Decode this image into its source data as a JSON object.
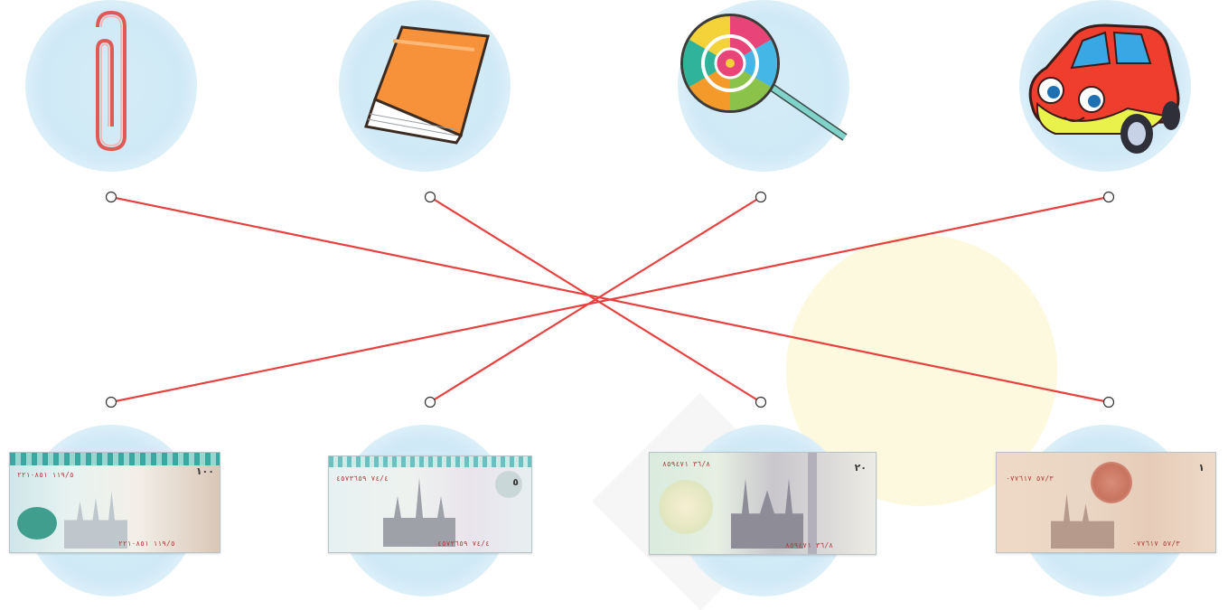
{
  "colors": {
    "line": "#e8403f",
    "bubble": "#d4ecf7",
    "watermark": "#fbf3c6"
  },
  "top_items": [
    {
      "name": "paperclip",
      "icon": "paperclip-icon"
    },
    {
      "name": "book",
      "icon": "book-icon"
    },
    {
      "name": "lollipop",
      "icon": "lollipop-icon"
    },
    {
      "name": "toy-car",
      "icon": "car-icon"
    }
  ],
  "bottom_items": [
    {
      "name": "banknote-100",
      "icon": "banknote-icon",
      "serial": "١١٩/٥ ٢٢١٠٨٥١",
      "denomination": "١٠٠"
    },
    {
      "name": "banknote-5",
      "icon": "banknote-icon",
      "serial": "٧٤/٤ ٤٥٧٣٦٥٩",
      "denomination": "٥"
    },
    {
      "name": "banknote-20",
      "icon": "banknote-icon",
      "serial": "٣٦/٨ ٨٥٩٤٧١",
      "denomination": "٢٠"
    },
    {
      "name": "banknote-1",
      "icon": "banknote-icon",
      "serial": "٥٧/٣ ٠٧٧٦١٧",
      "denomination": "١"
    }
  ],
  "matches": [
    {
      "from": 0,
      "to": 3
    },
    {
      "from": 1,
      "to": 2
    },
    {
      "from": 2,
      "to": 1
    },
    {
      "from": 3,
      "to": 0
    }
  ]
}
